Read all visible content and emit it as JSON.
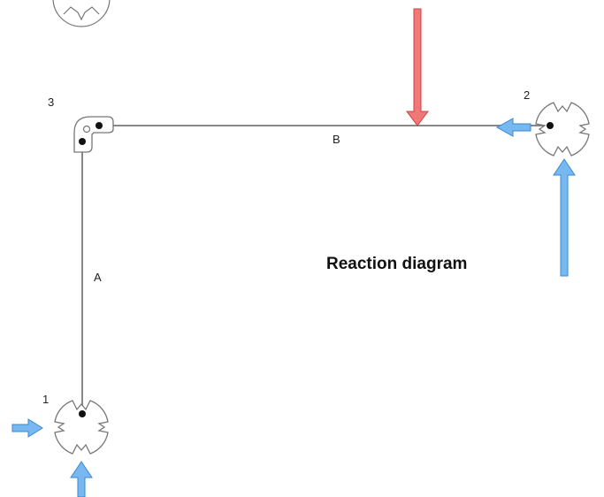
{
  "title": "Reaction diagram",
  "nodes": [
    {
      "id": "1",
      "label": "1",
      "support": "pinned-support-icon"
    },
    {
      "id": "2",
      "label": "2",
      "support": "pinned-support-icon"
    },
    {
      "id": "3",
      "label": "3",
      "support": "rigid-joint-icon"
    }
  ],
  "members": [
    {
      "id": "A",
      "label": "A",
      "from": "1",
      "to": "3"
    },
    {
      "id": "B",
      "label": "B",
      "from": "3",
      "to": "2"
    }
  ],
  "arrows": {
    "applied_load": {
      "name": "applied-load-arrow",
      "color": "#f07878",
      "stroke": "#d04040"
    },
    "reaction": {
      "name": "reaction-arrow",
      "color": "#78b8f0",
      "stroke": "#3a88d0"
    }
  },
  "colors": {
    "member": "#888888",
    "support_outline": "#777777"
  }
}
